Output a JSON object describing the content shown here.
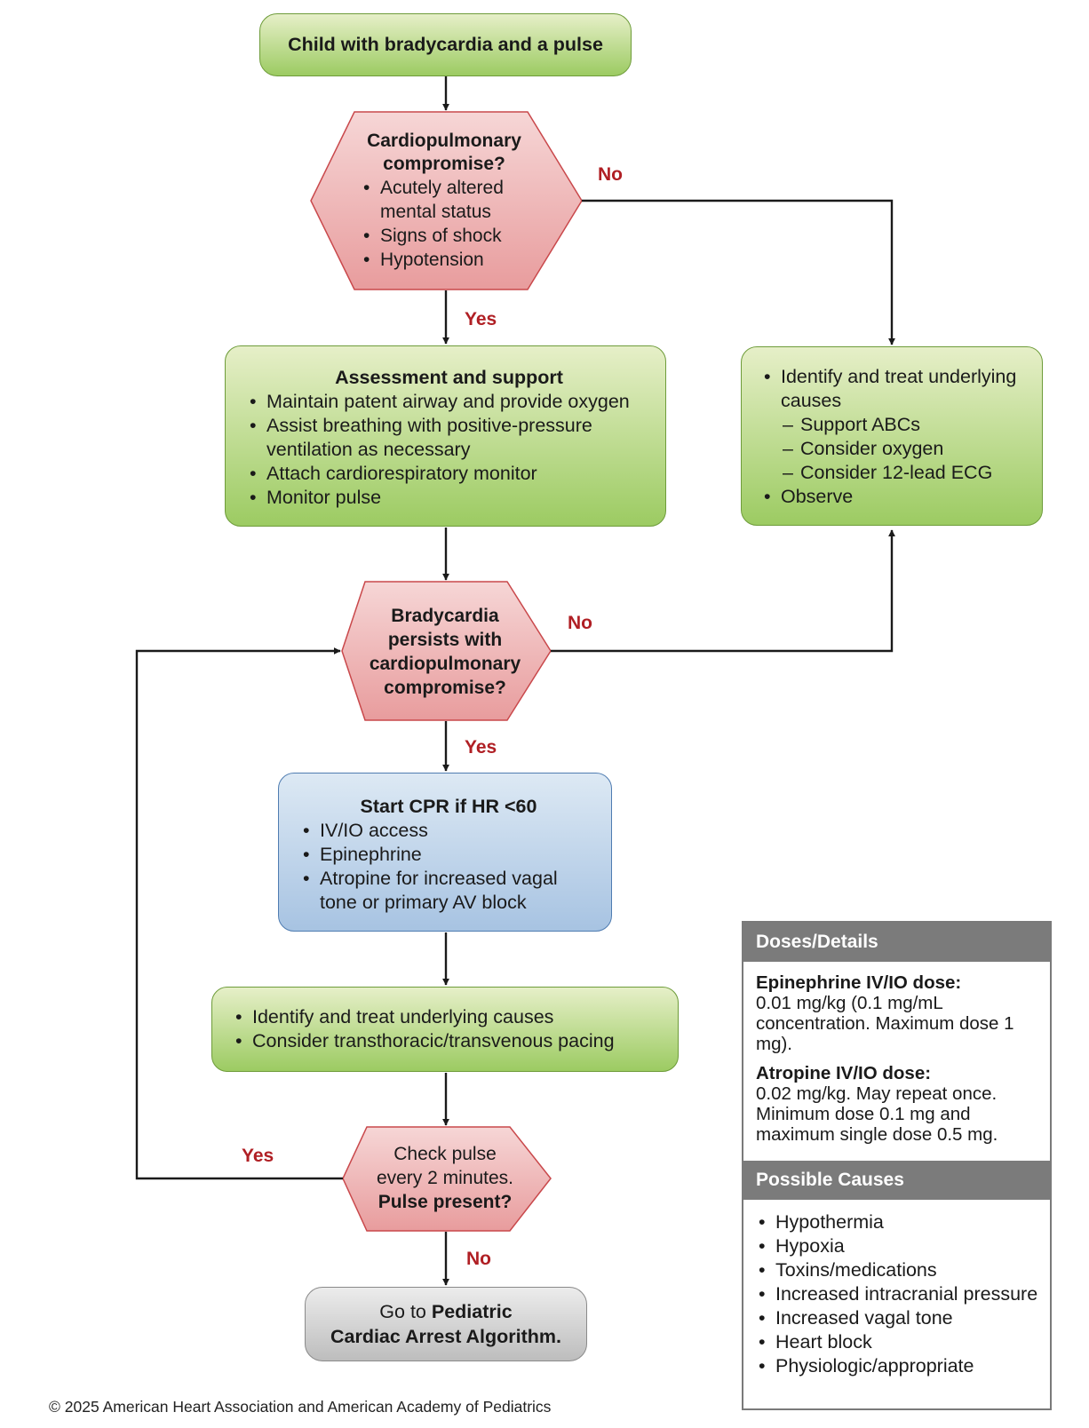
{
  "start": "Child with bradycardia and a pulse",
  "decision1": {
    "title": "Cardiopulmonary compromise?",
    "bullets": [
      "Acutely altered mental status",
      "Signs of shock",
      "Hypotension"
    ],
    "no": "No",
    "yes": "Yes"
  },
  "assessment": {
    "title": "Assessment and support",
    "bullets": [
      "Maintain patent airway and provide oxygen",
      "Assist breathing with positive-pressure ventilation as necessary",
      "Attach cardiorespiratory monitor",
      "Monitor pulse"
    ]
  },
  "identify": {
    "item1": "Identify and treat underlying causes",
    "sub": [
      "Support ABCs",
      "Consider oxygen",
      "Consider 12-lead ECG"
    ],
    "item2": "Observe"
  },
  "decision2": {
    "title": "Bradycardia persists with cardiopulmonary compromise?",
    "no": "No",
    "yes": "Yes"
  },
  "cpr": {
    "title": "Start CPR if HR <60",
    "bullets": [
      "IV/IO access",
      "Epinephrine",
      "Atropine for increased vagal tone or primary AV block"
    ]
  },
  "treat": {
    "bullets": [
      "Identify and treat underlying causes",
      "Consider transthoracic/transvenous pacing"
    ]
  },
  "decision3": {
    "line1": "Check pulse",
    "line2": "every 2 minutes.",
    "line3": "Pulse present?",
    "yes": "Yes",
    "no": "No"
  },
  "goto": {
    "prefix": "Go to ",
    "bold1": "Pediatric",
    "bold2": "Cardiac Arrest Algorithm."
  },
  "doses": {
    "header": "Doses/Details",
    "epi_title": "Epinephrine IV/IO dose:",
    "epi_text": "0.01 mg/kg (0.1 mg/mL concentration. Maximum dose 1 mg).",
    "atro_title": "Atropine IV/IO dose:",
    "atro_text": "0.02 mg/kg. May repeat once. Minimum dose 0.1 mg and maximum single dose 0.5 mg."
  },
  "causes": {
    "header": "Possible Causes",
    "items": [
      "Hypothermia",
      "Hypoxia",
      "Toxins/medications",
      "Increased intracranial pressure",
      "Increased vagal tone",
      "Heart block",
      "Physiologic/appropriate"
    ]
  },
  "copyright": "© 2025 American Heart Association and American Academy of Pediatrics",
  "colors": {
    "green_fill": "#b7d98a",
    "green_border": "#6e9c3a",
    "red_fill": "#f0b9b9",
    "red_border": "#c9484b",
    "blue_fill": "#c3d6ea",
    "gray_fill": "#d0d0d0",
    "label_red": "#b01f24",
    "panel_header": "#7b7b7b"
  }
}
